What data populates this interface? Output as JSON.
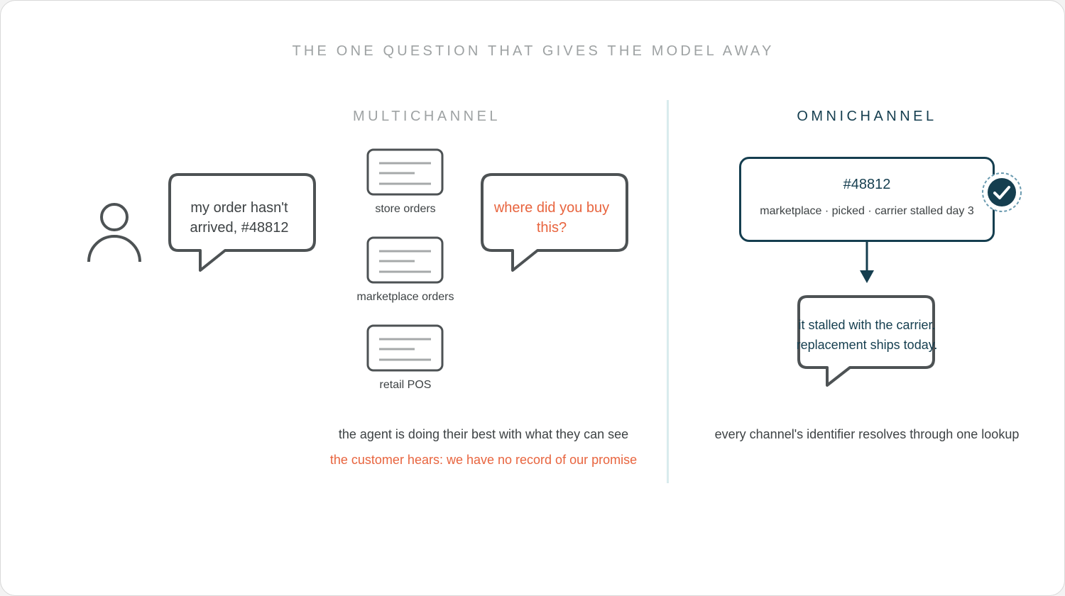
{
  "title": "THE ONE QUESTION THAT GIVES THE MODEL AWAY",
  "multichannel": {
    "heading": "MULTICHANNEL",
    "customer_message": "my order hasn't arrived, #48812",
    "agent_reply": "where did you buy this?",
    "systems": [
      {
        "label": "store orders",
        "icon": "document-icon"
      },
      {
        "label": "marketplace orders",
        "icon": "document-icon"
      },
      {
        "label": "retail POS",
        "icon": "document-icon"
      }
    ],
    "caption_agent": "the agent is doing their best with what they can see",
    "caption_customer": "the customer hears: we have no record of our promise"
  },
  "omnichannel": {
    "heading": "OMNICHANNEL",
    "record_id": "#48812",
    "record_detail": "marketplace · picked · carrier stalled day 3",
    "reply": "it stalled with the carrier. replacement ships today.",
    "caption": "every channel's identifier resolves through one lookup"
  },
  "colors": {
    "accent_dark": "#153e4f",
    "alert": "#e8643e",
    "ink": "#3d4244",
    "muted": "#9ea2a3",
    "divider": "#d9ebed"
  },
  "icons": [
    "person-icon",
    "speech-bubble-icon",
    "document-icon",
    "check-badge-icon",
    "arrow-down-icon"
  ]
}
